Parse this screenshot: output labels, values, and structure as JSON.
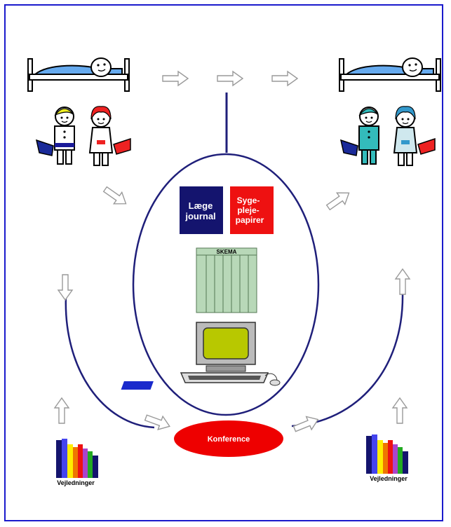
{
  "doctor_journal_label_line1": "Læge",
  "doctor_journal_label_line2": "journal",
  "nursing_papers_label_line1": "Syge-",
  "nursing_papers_label_line2": "pleje-",
  "nursing_papers_label_line3": "papirer",
  "schema_label": "SKEMA",
  "conference_label": "Konference",
  "guides_label_left": "Vejledninger",
  "guides_label_right": "Vejledninger",
  "colors": {
    "frame": "#1a1acc",
    "loop": "#1f1f7a",
    "journal_box": "#14146e",
    "nursing_box": "#ee1111",
    "conference": "#ee0000",
    "schema": "#b8d8b8",
    "bed_sheet": "#66aaee",
    "screen": "#b8c800"
  }
}
